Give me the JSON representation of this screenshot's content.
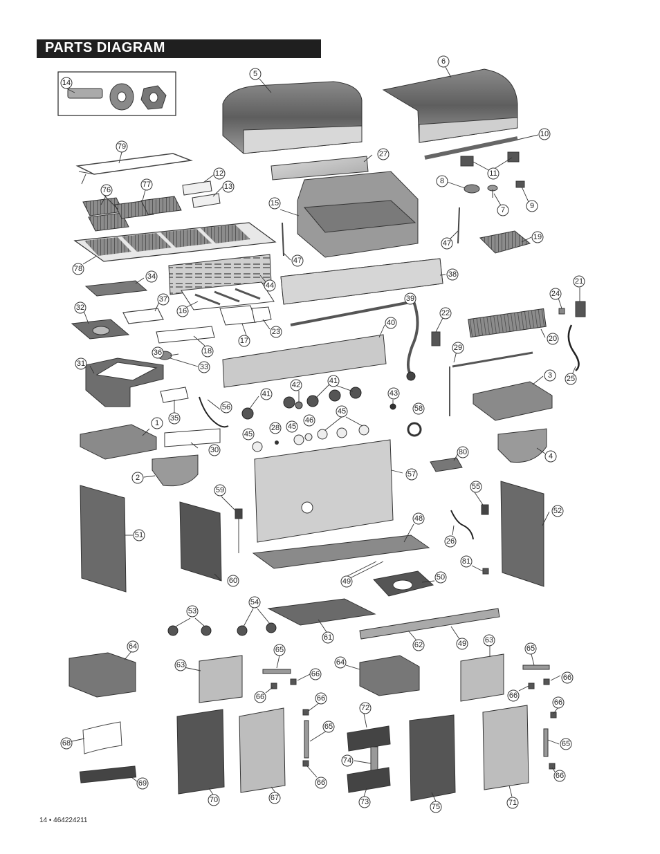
{
  "header": {
    "title": "PARTS DIAGRAM"
  },
  "footer": {
    "page": "14 • 464224211"
  },
  "colors": {
    "header_bg": "#1f1f1f",
    "header_text": "#ffffff",
    "part_dark": "#6a6a6a",
    "part_mid": "#9a9a9a",
    "part_light": "#cfcfcf"
  },
  "callouts": [
    "1",
    "2",
    "3",
    "4",
    "5",
    "6",
    "7",
    "8",
    "9",
    "10",
    "11",
    "12",
    "13",
    "14",
    "15",
    "16",
    "17",
    "18",
    "19",
    "20",
    "21",
    "22",
    "23",
    "24",
    "25",
    "26",
    "27",
    "28",
    "29",
    "30",
    "31",
    "32",
    "33",
    "34",
    "35",
    "36",
    "37",
    "38",
    "39",
    "40",
    "41",
    "42",
    "43",
    "44",
    "45",
    "46",
    "47",
    "48",
    "49",
    "50",
    "51",
    "52",
    "53",
    "54",
    "55",
    "56",
    "57",
    "58",
    "59",
    "60",
    "61",
    "62",
    "63",
    "64",
    "65",
    "66",
    "67",
    "68",
    "69",
    "70",
    "71",
    "72",
    "73",
    "74",
    "75",
    "76",
    "77",
    "78",
    "79",
    "80",
    "81"
  ]
}
